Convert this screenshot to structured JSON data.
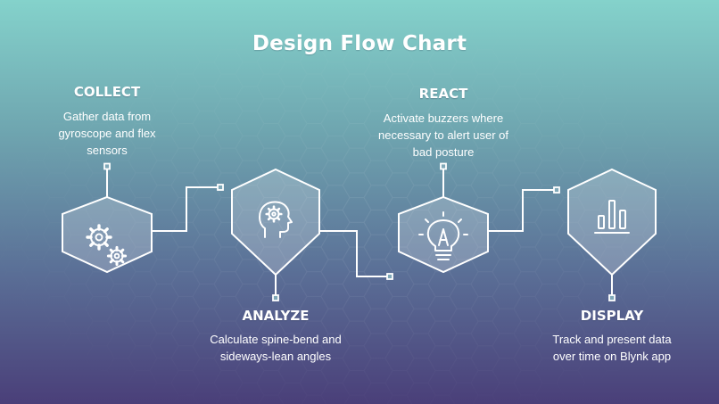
{
  "title": "Design Flow Chart",
  "colors": {
    "background_top": "#84d2cb",
    "background_bottom": "#4a3f79",
    "line": "#ffffff",
    "hexagon_fill": "#ffffff"
  },
  "steps": [
    {
      "heading": "COLLECT",
      "description_lines": [
        "Gather data from",
        "gyroscope and flex",
        "sensors"
      ],
      "icon": "gears-icon"
    },
    {
      "heading": "ANALYZE",
      "description_lines": [
        "Calculate spine-bend and",
        "sideways-lean angles"
      ],
      "icon": "head-gear-icon"
    },
    {
      "heading": "REACT",
      "description_lines": [
        "Activate buzzers where",
        "necessary to alert user of",
        "bad posture"
      ],
      "icon": "lightbulb-icon"
    },
    {
      "heading": "DISPLAY",
      "description_lines": [
        "Track and present data",
        "over time on Blynk app"
      ],
      "icon": "bar-chart-icon"
    }
  ]
}
